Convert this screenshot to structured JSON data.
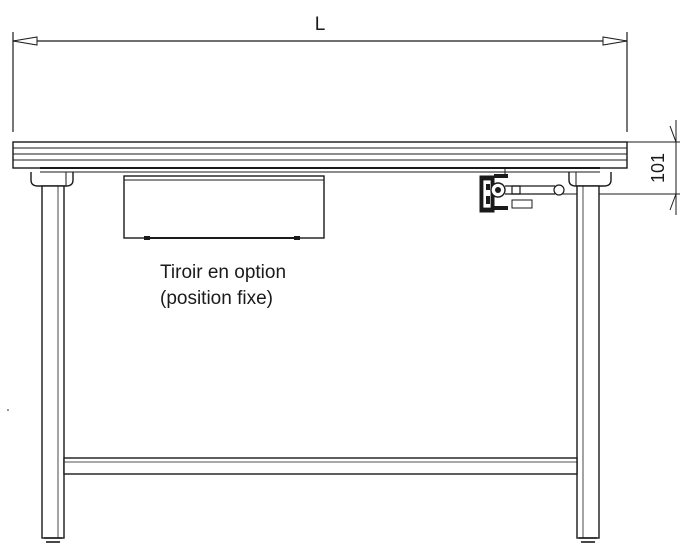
{
  "dimensions": {
    "length_label": "L",
    "height_label": "101"
  },
  "annotation": {
    "line1": "Tiroir en option",
    "line2": "(position fixe)"
  }
}
